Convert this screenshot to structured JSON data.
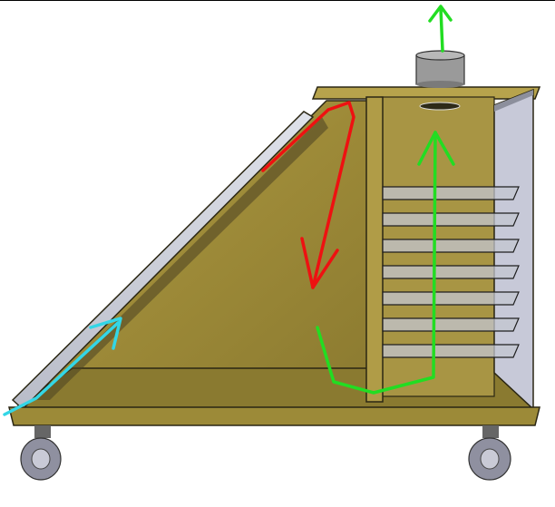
{
  "diagram": {
    "subject": "solar-dryer-cabinet",
    "colors": {
      "wood": "#a08d3b",
      "wood_dark": "#6f6225",
      "wood_light": "#b9a650",
      "edge": "#2a2613",
      "glass": "#c9ccd6",
      "panel_side": "#c7c9d8",
      "chimney": "#9a9a9a",
      "wheel": "#8f90a0",
      "flow_intake": "#33d6e6",
      "flow_hot": "#ee1111",
      "flow_up": "#22dd22"
    },
    "tray_count": 7,
    "wheel_count": 2,
    "arrows": [
      {
        "name": "intake-air-arrow",
        "color_key": "flow_intake"
      },
      {
        "name": "hot-air-down-arrow",
        "color_key": "flow_hot"
      },
      {
        "name": "drying-air-up-arrow",
        "color_key": "flow_up"
      },
      {
        "name": "exhaust-arrow",
        "color_key": "flow_up"
      }
    ]
  }
}
